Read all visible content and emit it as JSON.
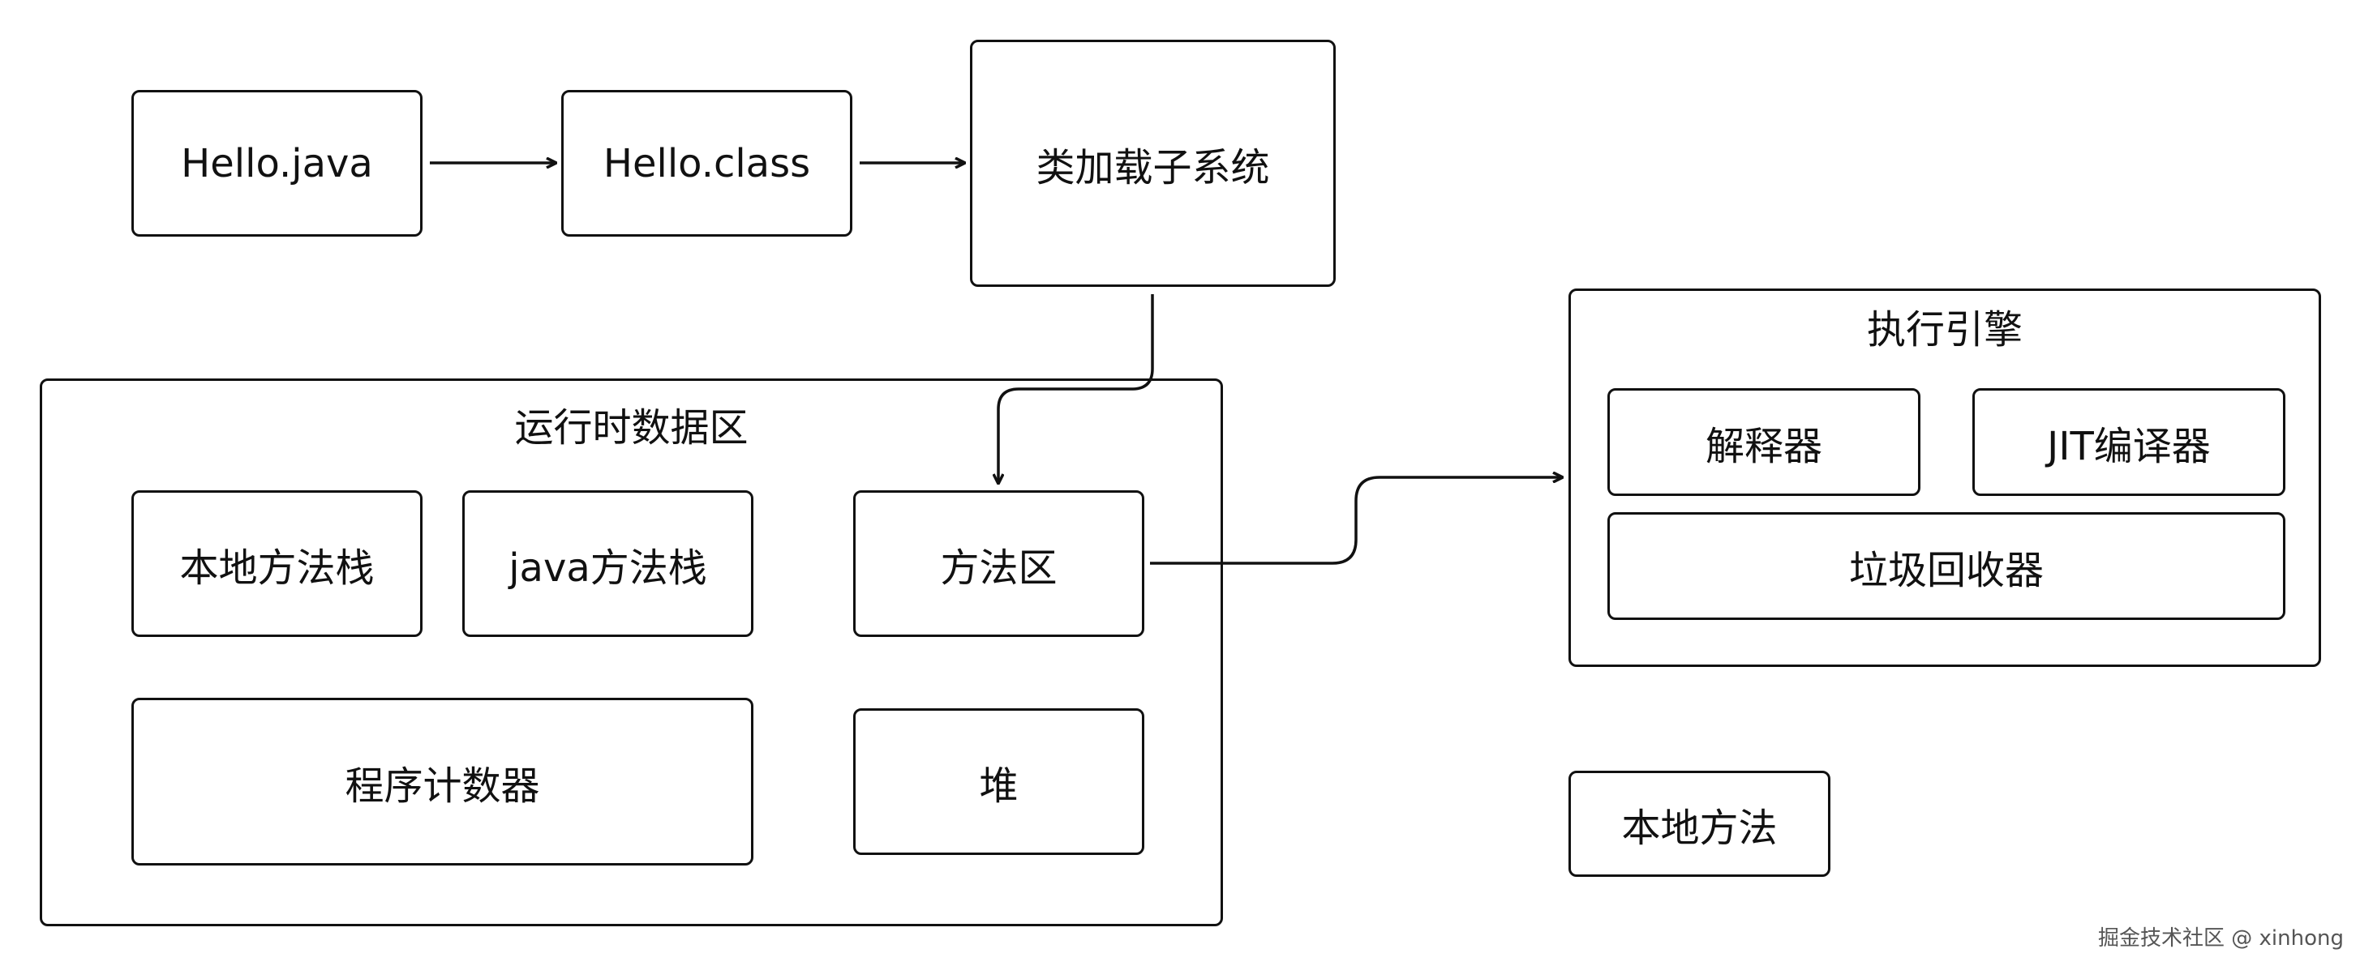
{
  "nodes": {
    "hello_java": "Hello.java",
    "hello_class": "Hello.class",
    "class_loader": "类加载子系统",
    "method_area": "方法区",
    "native_stack": "本地方法栈",
    "java_stack": "java方法栈",
    "program_counter": "程序计数器",
    "heap": "堆",
    "interpreter": "解释器",
    "jit": "JIT编译器",
    "gc": "垃圾回收器",
    "native_method": "本地方法"
  },
  "groups": {
    "runtime_data_area": "运行时数据区",
    "execution_engine": "执行引擎"
  },
  "edges": [
    {
      "from": "hello_java",
      "to": "hello_class"
    },
    {
      "from": "hello_class",
      "to": "class_loader"
    },
    {
      "from": "class_loader",
      "to": "method_area"
    },
    {
      "from": "method_area",
      "to": "execution_engine"
    }
  ],
  "watermark": "掘金技术社区 @ xinhong"
}
